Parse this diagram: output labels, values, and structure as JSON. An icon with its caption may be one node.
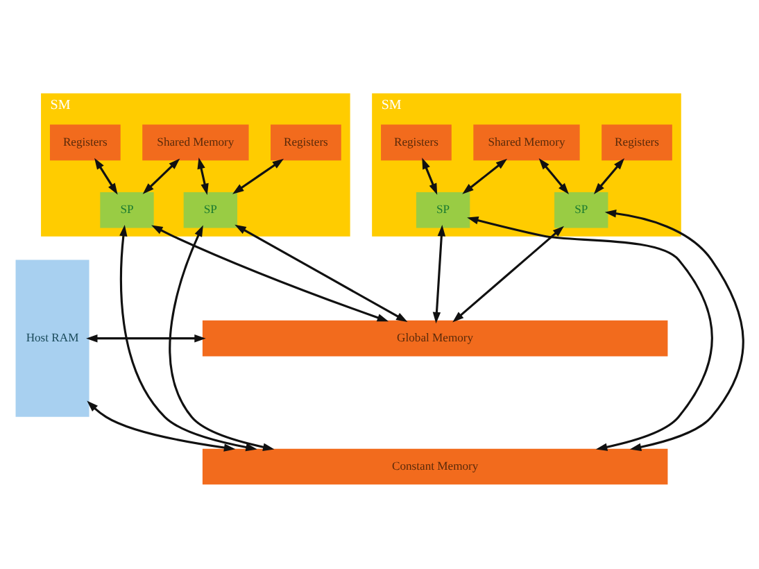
{
  "diagram": {
    "nodes": [
      {
        "text": [
          "Host RAM"
        ]
      },
      {
        "text": [
          "SM"
        ]
      },
      {
        "text": [
          "Shared Memory"
        ],
        "in": 1
      },
      {
        "text": [
          "Registers"
        ],
        "in": 1
      },
      {
        "text": [
          "Registers"
        ],
        "in": 1
      },
      {
        "text": [
          "SP"
        ],
        "in": 1
      },
      {
        "text": [
          "SP"
        ],
        "in": 1
      },
      {
        "text": [
          "SM"
        ]
      },
      {
        "text": [
          "Shared Memory"
        ],
        "in": 7
      },
      {
        "text": [
          "Registers"
        ],
        "in": 7
      },
      {
        "text": [
          "Registers"
        ],
        "in": 7
      },
      {
        "text": [
          "SP"
        ],
        "in": 7
      },
      {
        "text": [
          "SP"
        ],
        "in": 7
      },
      {
        "text": [
          "Global Memory"
        ]
      },
      {
        "text": [
          "Constant Memory"
        ]
      }
    ],
    "edges": [
      {
        "from": 3,
        "to": 5,
        "arrow": "both"
      },
      {
        "from": 2,
        "to": 5,
        "arrow": "both"
      },
      {
        "from": 4,
        "to": 6,
        "arrow": "both"
      },
      {
        "from": 2,
        "to": 6,
        "arrow": "both"
      },
      {
        "from": 9,
        "to": 11,
        "arrow": "both"
      },
      {
        "from": 8,
        "to": 11,
        "arrow": "both"
      },
      {
        "from": 10,
        "to": 12,
        "arrow": "both"
      },
      {
        "from": 8,
        "to": 12,
        "arrow": "both"
      },
      {
        "from": 5,
        "to": 14,
        "arrow": "both"
      },
      {
        "from": 5,
        "to": 13,
        "arrow": "both"
      },
      {
        "from": 6,
        "to": 14,
        "arrow": "both"
      },
      {
        "from": 6,
        "to": 13,
        "arrow": "both"
      },
      {
        "from": 11,
        "to": 14,
        "arrow": "both"
      },
      {
        "from": 11,
        "to": 13,
        "arrow": "both"
      },
      {
        "from": 12,
        "to": 14,
        "arrow": "both"
      },
      {
        "from": 12,
        "to": 13,
        "arrow": "both"
      },
      {
        "from": 0,
        "to": 13,
        "arrow": "both"
      },
      {
        "from": 0,
        "to": 14,
        "arrow": "both"
      }
    ]
  }
}
